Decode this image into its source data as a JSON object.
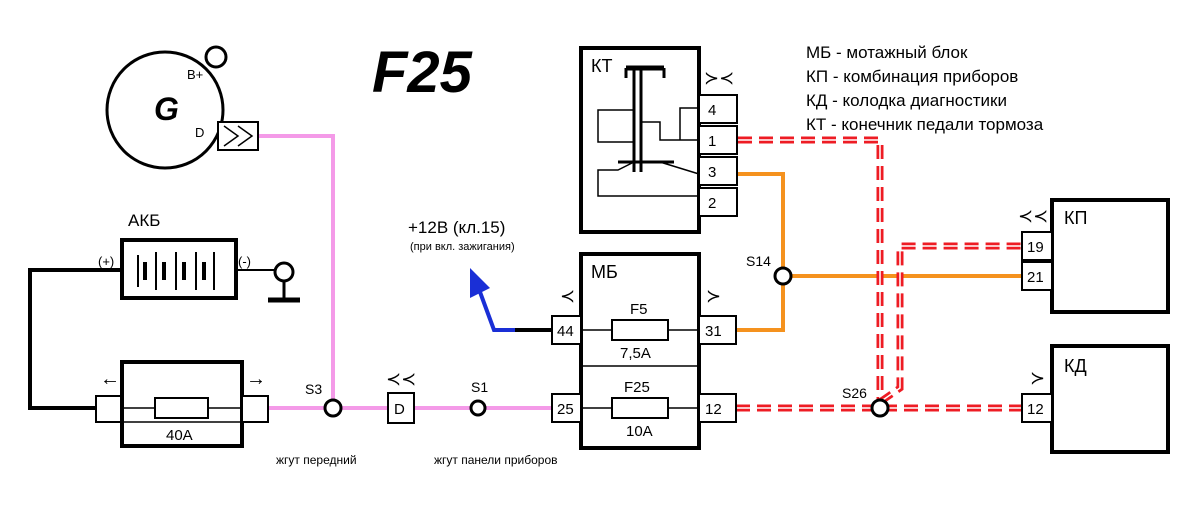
{
  "title": "F25",
  "legend": [
    "МБ - мотажный блок",
    "КП - комбинация приборов",
    "КД - колодка диагностики",
    "КТ - конечник педали тормоза"
  ],
  "generator": {
    "label": "G",
    "terminal_bplus": "B+",
    "terminal_d": "D"
  },
  "battery": {
    "label": "АКБ",
    "plus": "(+)",
    "minus": "(-)"
  },
  "main_fuse": {
    "rating": "40А",
    "arrow_left": "←",
    "arrow_right": "→"
  },
  "connector_d": {
    "label": "D",
    "symbol": "≺≺"
  },
  "supply": {
    "label": "+12В (кл.15)",
    "note": "(при вкл. зажигания)"
  },
  "mount_block": {
    "label": "МБ",
    "fuse_top": {
      "name": "F5",
      "rating": "7,5А",
      "pin_in": "44",
      "pin_out": "31"
    },
    "fuse_bottom": {
      "name": "F25",
      "rating": "10А",
      "pin_in": "25",
      "pin_out": "12"
    }
  },
  "brake_switch": {
    "label": "КТ",
    "pins": [
      "4",
      "1",
      "3",
      "2"
    ],
    "symbol": "≻≺"
  },
  "instrument_cluster": {
    "label": "КП",
    "pins": [
      "19",
      "21"
    ],
    "symbol": "≺≺"
  },
  "diagnostic_connector": {
    "label": "КД",
    "pin": "12",
    "symbol": "≻"
  },
  "splices": {
    "s3": "S3",
    "s1": "S1",
    "s14": "S14",
    "s26": "S26"
  },
  "harness": {
    "front": "жгут передний",
    "panel": "жгут панели приборов"
  },
  "wire_colors": {
    "pink": "#f49ae8",
    "orange": "#f5921e",
    "red": "#ee1c24",
    "blue": "#1a2fd6",
    "black": "#000000"
  }
}
